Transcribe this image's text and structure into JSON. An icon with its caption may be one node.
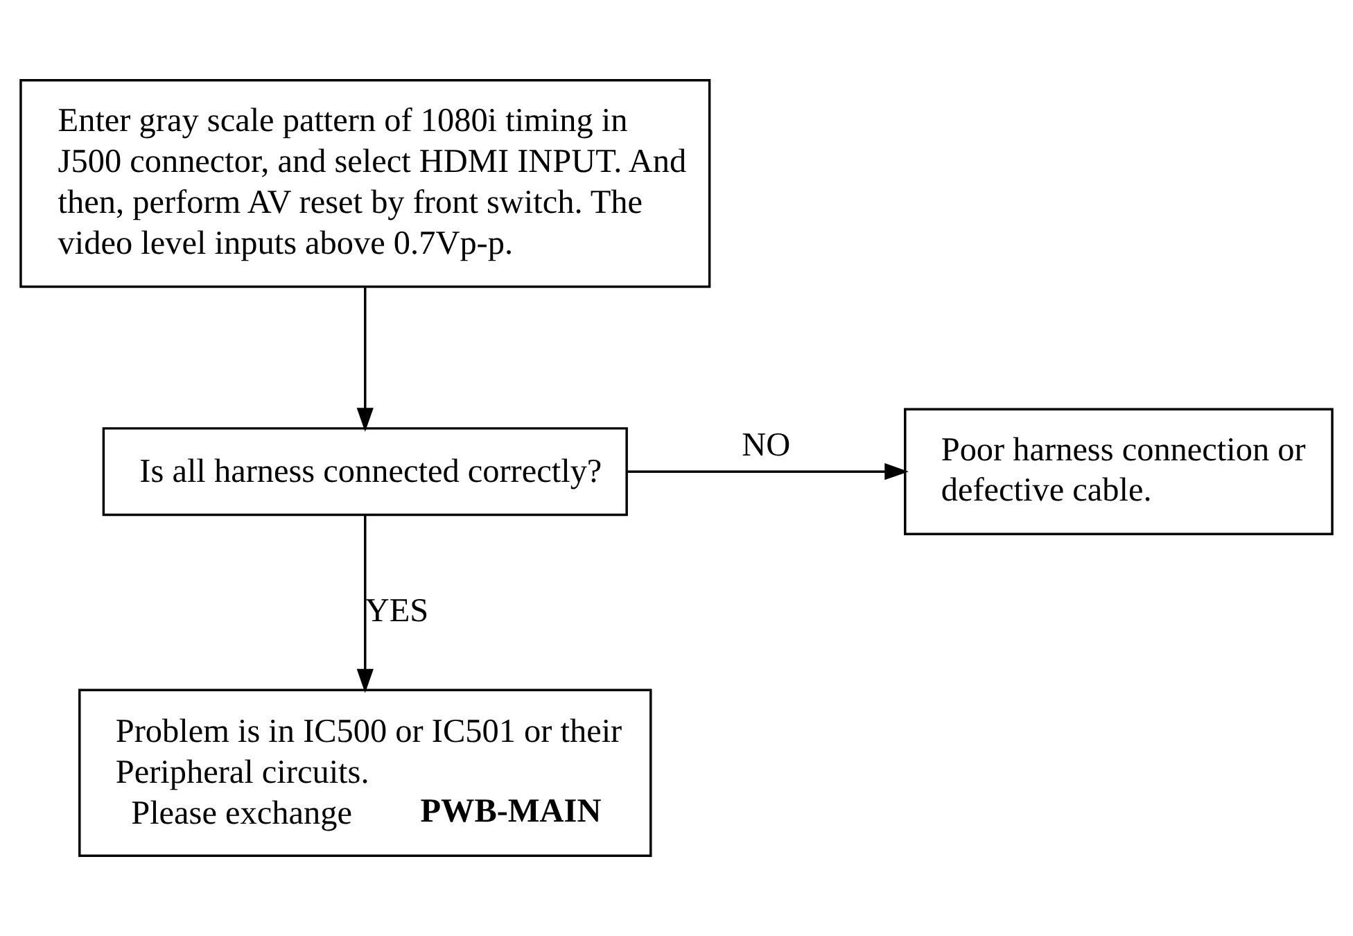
{
  "diagram": {
    "nodes": [
      {
        "text": [
          "Enter gray scale pattern of 1080i timing in J500 connector, and select HDMI INPUT. And then, perform AV reset by front switch. The video level inputs above 0.7Vp-p."
        ]
      },
      {
        "text": [
          "Is all harness connected correctly?"
        ]
      },
      {
        "text": [
          "Poor harness connection or defective cable."
        ]
      },
      {
        "text": [
          "Problem is in IC500 or IC501 or their Peripheral circuits.",
          "Please exchange **PWB-MAIN**"
        ]
      }
    ],
    "edges": [
      {
        "from": 0,
        "to": 1,
        "arrow": "to"
      },
      {
        "from": 1,
        "to": 2,
        "arrow": "to",
        "label": "NO"
      },
      {
        "from": 1,
        "to": 3,
        "arrow": "to",
        "label": "YES"
      }
    ]
  }
}
